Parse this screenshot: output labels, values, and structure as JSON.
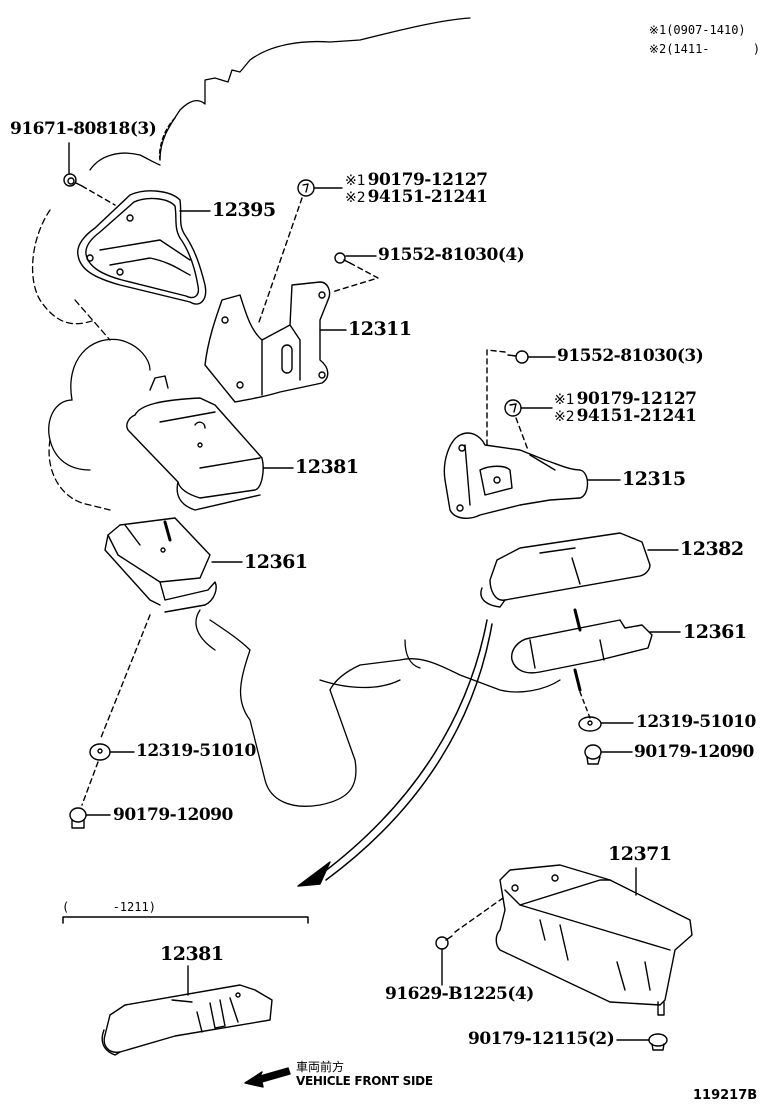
{
  "diagram": {
    "type": "exploded-parts-diagram",
    "subject": "Engine mounting",
    "figure_id": "119217B",
    "notes": [
      {
        "mark": "※1",
        "text": "(0907-1410)"
      },
      {
        "mark": "※2",
        "text": "(1411-      )"
      }
    ],
    "inset_range": "(      -1211)",
    "direction": {
      "jp": "車両前方",
      "en": "VEHICLE FRONT SIDE"
    },
    "callouts": {
      "bolt_left_top": "91671-80818(3)",
      "insulator_12395": "12395",
      "nut_top_alt1": "90179-12127",
      "nut_top_alt2": "94151-21241",
      "bolt_top_right": "91552-81030(4)",
      "bracket_12311": "12311",
      "bolt_right": "91552-81030(3)",
      "nut_right_alt1": "90179-12127",
      "nut_right_alt2": "94151-21241",
      "bracket_12315": "12315",
      "cover_12381": "12381",
      "insulator_left_12361": "12361",
      "cover_12382": "12382",
      "insulator_right_12361": "12361",
      "stopper_right": "12319-51010",
      "nut_right_bottom": "90179-12090",
      "stopper_left": "12319-51010",
      "nut_left_bottom": "90179-12090",
      "member_12371": "12371",
      "bolt_member": "91629-B1225(4)",
      "nut_member": "90179-12115(2)",
      "inset_cover_12381": "12381"
    },
    "marks": {
      "m1": "※1",
      "m2": "※2"
    }
  }
}
